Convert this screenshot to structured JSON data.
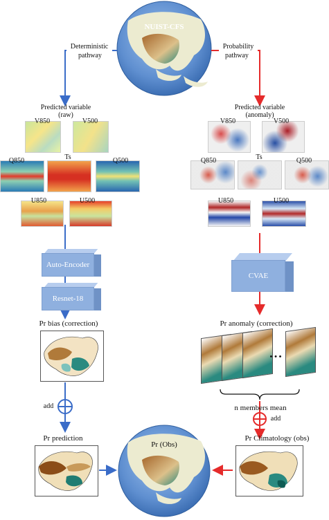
{
  "colors": {
    "deterministic": "#3a6cc8",
    "probabilistic": "#e52b2b",
    "ocean": "#5d8fd0",
    "land": "#ecebd0",
    "box_face": "#8fb0df",
    "box_top": "#b7cdee",
    "box_side": "#6f92c6"
  },
  "top_globe": {
    "label": "NUIST-CFS"
  },
  "left_path": {
    "pathway_label_1": "Deterministic",
    "pathway_label_2": "pathway",
    "predicted_title_1": "Predicted variable",
    "predicted_title_2": "(raw)",
    "maps": [
      "V850",
      "V500",
      "Q850",
      "Ts",
      "Q500",
      "U850",
      "U500"
    ],
    "box1": "Auto-Encoder",
    "box2": "Resnet-18",
    "bias_title": "Pr bias (correction)",
    "add_label": "add",
    "prediction_title": "Pr prediction"
  },
  "right_path": {
    "pathway_label_1": "Probability",
    "pathway_label_2": "pathway",
    "predicted_title_1": "Predicted variable",
    "predicted_title_2": "(anomaly)",
    "maps": [
      "V850",
      "V500",
      "Q850",
      "Ts",
      "Q500",
      "U850",
      "U500"
    ],
    "box": "CVAE",
    "anomaly_title": "Pr anomaly (correction)",
    "ellipsis": "• • •",
    "members_label": "n members mean",
    "add_label": "add",
    "climatology_title": "Pr Climatology (obs)"
  },
  "bottom_globe": {
    "label": "Pr (Obs)"
  }
}
